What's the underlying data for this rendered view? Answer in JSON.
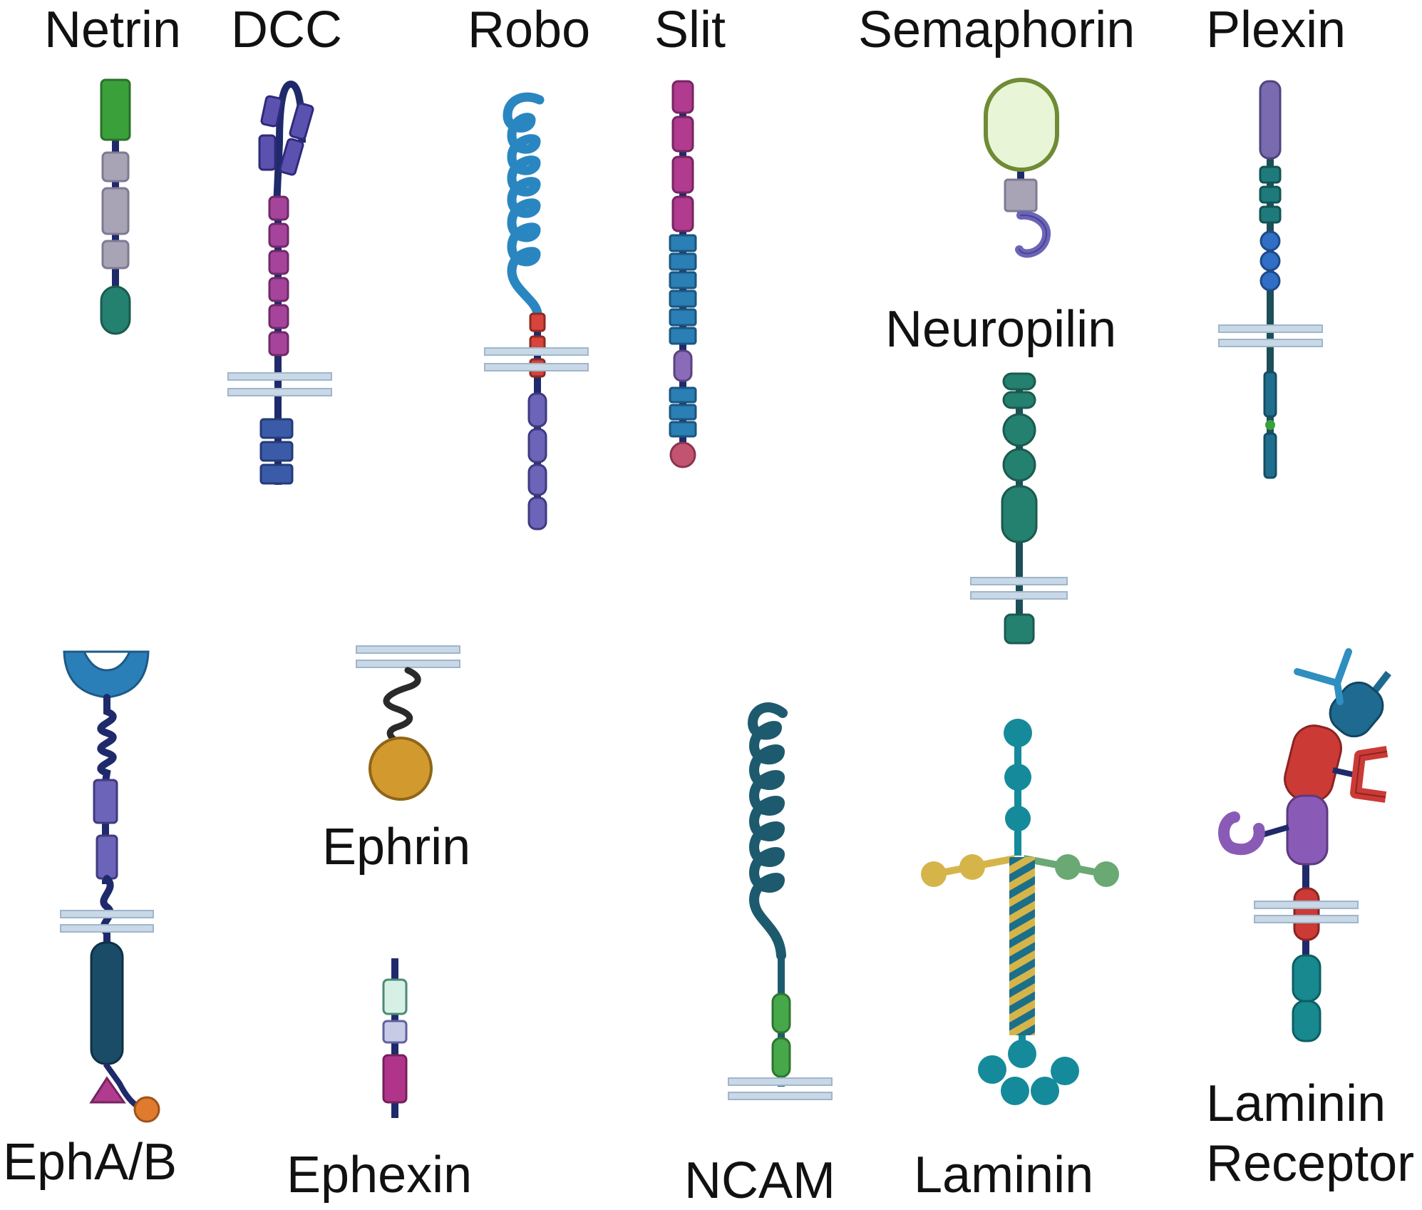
{
  "labels": {
    "netrin": "Netrin",
    "dcc": "DCC",
    "robo": "Robo",
    "slit": "Slit",
    "semaphorin": "Semaphorin",
    "plexin": "Plexin",
    "neuropilin": "Neuropilin",
    "epha_b": "EphA/B",
    "ephrin": "Ephrin",
    "ephexin": "Ephexin",
    "ncam": "NCAM",
    "laminin": "Laminin",
    "laminin_receptor_line1": "Laminin",
    "laminin_receptor_line2": "Receptor"
  },
  "colors": {
    "membrane": "#c9d8e6",
    "membrane_edge": "#9fb6cc",
    "stalk_navy": "#1f2a6b",
    "stalk_teal": "#1c4f58",
    "netrin_green": "#3aa13a",
    "gray_domain": "#a8a4b6",
    "teal_domain": "#24806f",
    "dcc_purple": "#5b52b0",
    "dcc_magenta": "#a6449c",
    "robo_blue": "#2a86c0",
    "robo_red": "#d7443b",
    "robo_violet": "#6b64b8",
    "slit_magenta": "#b13b8e",
    "slit_blue": "#2a7fb5",
    "slit_violet": "#8a6bb8",
    "slit_tip": "#c25470",
    "sema_fill": "#e8f5d6",
    "sema_edge": "#6f8b35",
    "plexin_violet": "#7a6bb0",
    "plexin_teal": "#1f7b7b",
    "plexin_blue": "#2f6fc5",
    "eph_blue": "#2b7fb8",
    "eph_dark": "#1a4c68",
    "ephrin_gold": "#d29a2e",
    "ephexin_mint": "#d7f0e6",
    "ephexin_lav": "#c8cbe6",
    "ephexin_magenta": "#b0358a",
    "ncam_dark": "#1e5a6e",
    "ncam_green": "#46a848",
    "laminin_teal": "#158a9a",
    "laminin_yellow": "#d5b54a",
    "laminin_green": "#6aa874",
    "lr_blue": "#1f6a90",
    "lr_red": "#cc3a36",
    "lr_purple": "#8a5bb6",
    "lr_teal": "#17898f",
    "lr_light": "#2f8fc0"
  }
}
